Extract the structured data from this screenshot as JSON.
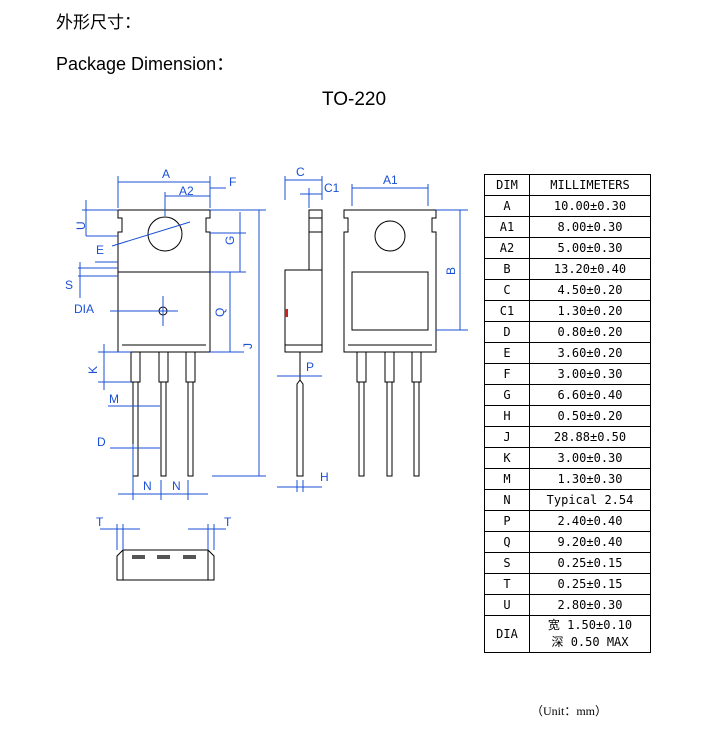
{
  "header": {
    "cn_title": "外形尺寸：",
    "en_title": "Package Dimension：",
    "package": "TO-220"
  },
  "diagram_labels": {
    "A": "A",
    "A1": "A1",
    "A2": "A2",
    "B": "B",
    "C": "C",
    "C1": "C1",
    "D": "D",
    "E": "E",
    "F": "F",
    "G": "G",
    "H": "H",
    "J": "J",
    "K": "K",
    "M": "M",
    "N": "N",
    "P": "P",
    "Q": "Q",
    "S": "S",
    "T": "T",
    "U": "U",
    "DIA": "DIA"
  },
  "table": {
    "headers": [
      "DIM",
      "MILLIMETERS"
    ],
    "rows": [
      [
        "A",
        "10.00±0.30"
      ],
      [
        "A1",
        "8.00±0.30"
      ],
      [
        "A2",
        "5.00±0.30"
      ],
      [
        "B",
        "13.20±0.40"
      ],
      [
        "C",
        "4.50±0.20"
      ],
      [
        "C1",
        "1.30±0.20"
      ],
      [
        "D",
        "0.80±0.20"
      ],
      [
        "E",
        "3.60±0.20"
      ],
      [
        "F",
        "3.00±0.30"
      ],
      [
        "G",
        "6.60±0.40"
      ],
      [
        "H",
        "0.50±0.20"
      ],
      [
        "J",
        "28.88±0.50"
      ],
      [
        "K",
        "3.00±0.30"
      ],
      [
        "M",
        "1.30±0.30"
      ],
      [
        "N",
        "Typical 2.54"
      ],
      [
        "P",
        "2.40±0.40"
      ],
      [
        "Q",
        "9.20±0.40"
      ],
      [
        "S",
        "0.25±0.15"
      ],
      [
        "T",
        "0.25±0.15"
      ],
      [
        "U",
        "2.80±0.30"
      ]
    ],
    "dia": {
      "dim": "DIA",
      "line1": "宽 1.50±0.10",
      "line2": "深 0.50 MAX"
    }
  },
  "footer": {
    "unit": "（Unit：mm）"
  },
  "colors": {
    "dimension_lines": "#1a4fd6",
    "outline": "#000000",
    "marker": "#cc2222"
  }
}
